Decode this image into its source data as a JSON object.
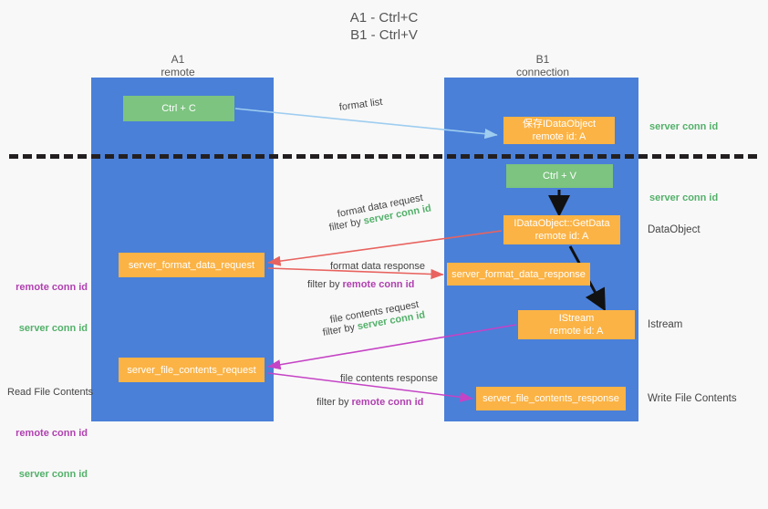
{
  "title": "A1 - Ctrl+C\nB1 - Ctrl+V",
  "columns": {
    "a1": "A1\nremote",
    "b1": "B1\nconnection"
  },
  "nodes": {
    "ctrl_c": "Ctrl + C",
    "ctrl_v": "Ctrl + V",
    "save_dataobject_line1": "保存IDataObject",
    "save_dataobject_line2": "remote id: A",
    "getdata_line1": "IDataObject::GetData",
    "getdata_line2": "remote id: A",
    "istream_line1": "IStream",
    "istream_line2": "remote id: A",
    "server_format_data_request": "server_format_data_request",
    "server_format_data_response": "server_format_data_response",
    "server_file_contents_request": "server_file_contents_request",
    "server_file_contents_response": "server_file_contents_response"
  },
  "edge_labels": {
    "format_list": "format list",
    "format_data_request": "format data request",
    "format_data_request_filter_prefix": "filter by ",
    "format_data_request_filter_key": "server conn id",
    "format_data_response": "format data response",
    "format_data_response_filter_prefix": "filter by ",
    "format_data_response_filter_key": "remote conn id",
    "file_contents_request": "file contents request",
    "file_contents_request_filter_prefix": "filter by ",
    "file_contents_request_filter_key": "server conn id",
    "file_contents_response": "file contents response",
    "file_contents_response_filter_prefix": "filter by ",
    "file_contents_response_filter_key": "remote conn id"
  },
  "right_notes": {
    "server_conn_id_top": "server conn id",
    "server_conn_id_mid": "server conn id",
    "dataobject": "DataObject",
    "istream": "Istream",
    "write_file_contents": "Write File Contents"
  },
  "left_notes": {
    "group1_remote": "remote conn id",
    "group1_server": "server conn id",
    "read_file_contents": "Read File Contents",
    "group2_remote": "remote conn id",
    "group2_server": "server conn id"
  },
  "colors": {
    "background": "#f8f8f8",
    "lane": "#4a80d8",
    "green_node": "#7cc47f",
    "orange_node": "#fbb345",
    "divider": "#231f20",
    "arrow_light_blue": "#9ecdf0",
    "arrow_black": "#111111",
    "arrow_red": "#e8635f",
    "arrow_magenta": "#c543c5",
    "text_green": "#53b06a",
    "text_purple": "#b040b0",
    "text_default": "#444444"
  }
}
